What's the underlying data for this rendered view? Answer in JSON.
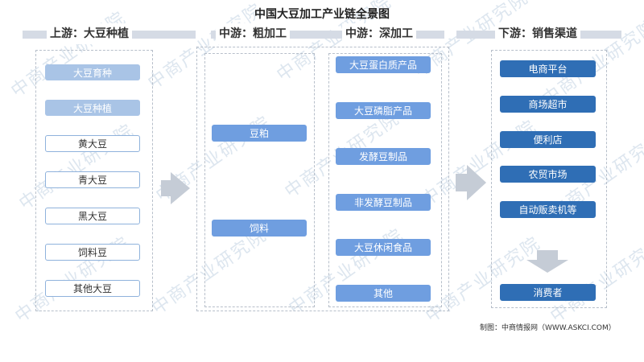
{
  "title": "中国大豆加工产业链全景图",
  "stages": {
    "upstream": "上游：大豆种植",
    "midstream_rough": "中游：粗加工",
    "midstream_deep": "中游：深加工",
    "downstream": "下游：销售渠道"
  },
  "upstream": {
    "primary": [
      "大豆育种",
      "大豆种植"
    ],
    "varieties": [
      "黄大豆",
      "青大豆",
      "黑大豆",
      "饲料豆",
      "其他大豆"
    ]
  },
  "rough_processing": [
    "豆粕",
    "饲料"
  ],
  "deep_processing": [
    "大豆蛋白质产品",
    "大豆磷脂产品",
    "发酵豆制品",
    "非发酵豆制品",
    "大豆休闲食品",
    "其他"
  ],
  "channels": [
    "电商平台",
    "商场超市",
    "便利店",
    "农贸市场",
    "自动贩卖机等"
  ],
  "consumer": "消费者",
  "source": "制图：中商情报网（WWW.ASKCI.COM）",
  "watermark": "中商产业研究院",
  "colors": {
    "dark": "#2f6eb5",
    "mid": "#6f9ee0",
    "light": "#a9c4e6",
    "outline": "#8fb2dc",
    "band": "#d5dbe5",
    "arrow": "#c5ccd6"
  }
}
